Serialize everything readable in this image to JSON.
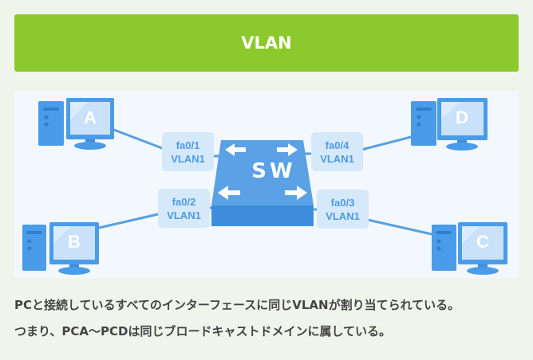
{
  "header": {
    "title": "VLAN"
  },
  "diagram": {
    "switch": {
      "label": "SW",
      "icon": "network-switch-icon"
    },
    "pcs": [
      {
        "id": "A",
        "label": "A",
        "port": "fa0/1",
        "vlan": "VLAN1"
      },
      {
        "id": "B",
        "label": "B",
        "port": "fa0/2",
        "vlan": "VLAN1"
      },
      {
        "id": "C",
        "label": "C",
        "port": "fa0/3",
        "vlan": "VLAN1"
      },
      {
        "id": "D",
        "label": "D",
        "port": "fa0/4",
        "vlan": "VLAN1"
      }
    ],
    "colors": {
      "primary_blue": "#4a9be8",
      "label_bg": "#d6e9fb",
      "label_text": "#4c9ae6"
    }
  },
  "description": {
    "line1": "PCと接続しているすべてのインターフェースに同じVLANが割り当てられている。",
    "line2": "つまり、PCA〜PCDは同じブロードキャストドメインに属している。"
  },
  "colors": {
    "header_bg": "#8cc92c",
    "page_bg": "#f0f5ec",
    "diagram_bg": "#f2f8fe"
  }
}
